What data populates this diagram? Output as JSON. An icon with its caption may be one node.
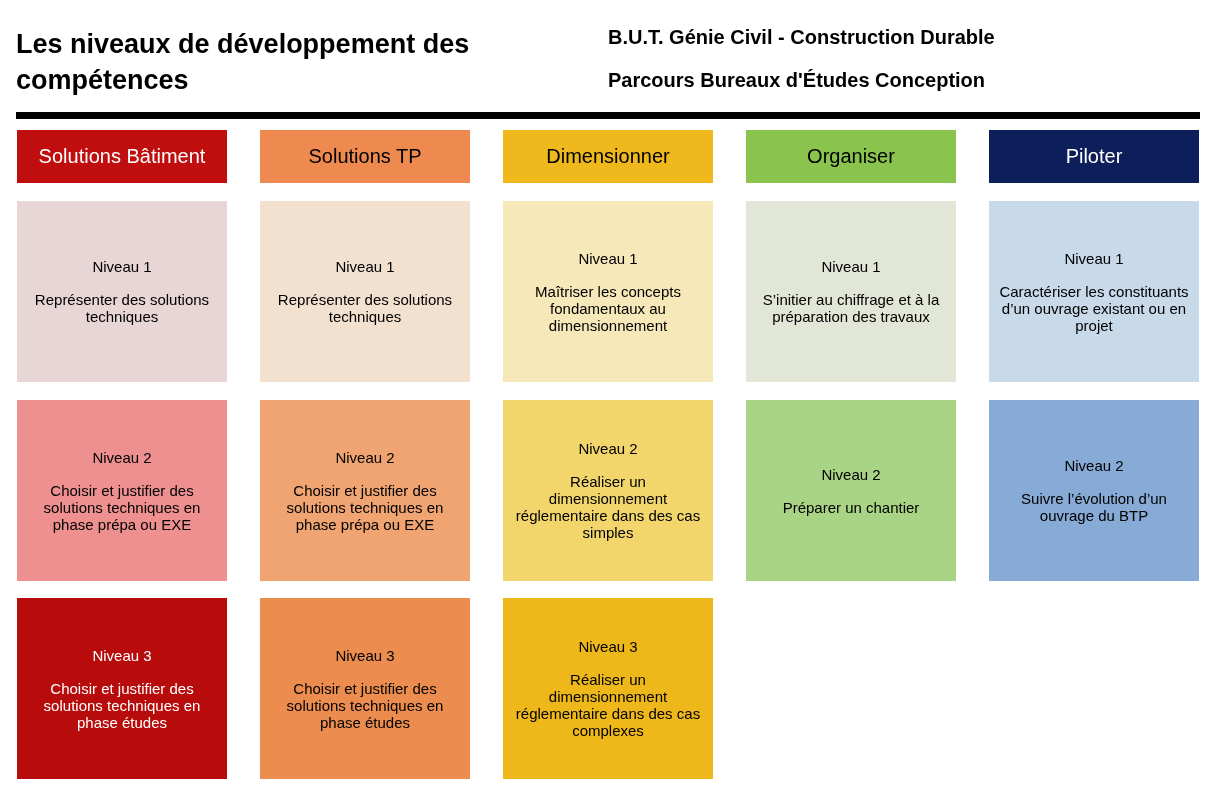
{
  "diagram": {
    "title": "Les niveaux de développement des compétences",
    "nodes": [
      {
        "text": [
          "Solutions Bâtiment"
        ]
      },
      {
        "text": [
          "Solutions TP"
        ]
      },
      {
        "text": [
          "Dimensionner"
        ]
      },
      {
        "text": [
          "Organiser"
        ]
      },
      {
        "text": [
          "Piloter"
        ]
      },
      {
        "text": [
          "Niveau 1",
          "Représenter des solutions techniques"
        ]
      },
      {
        "text": [
          "Niveau 1",
          "Représenter des solutions techniques"
        ]
      },
      {
        "text": [
          "Niveau 1",
          "Maîtriser les concepts fondamentaux au dimensionnement"
        ]
      },
      {
        "text": [
          "Niveau 1",
          "S’initier au chiffrage et à la préparation des travaux"
        ]
      },
      {
        "text": [
          "Niveau 1",
          "Caractériser les constituants d’un ouvrage existant ou en projet"
        ]
      },
      {
        "text": [
          "Niveau 2",
          "Choisir et justifier des solutions techniques en phase prépa ou EXE"
        ]
      },
      {
        "text": [
          "Niveau 2",
          "Choisir et justifier des solutions techniques en phase prépa ou EXE"
        ]
      },
      {
        "text": [
          "Niveau 2",
          "Réaliser un dimensionnement réglementaire dans des cas simples"
        ]
      },
      {
        "text": [
          "Niveau 2",
          "Préparer un chantier"
        ]
      },
      {
        "text": [
          "Niveau 2",
          "Suivre l’évolution d’un ouvrage du BTP"
        ]
      },
      {
        "text": [
          "Niveau 3",
          "Choisir et justifier des solutions techniques en phase études"
        ]
      },
      {
        "text": [
          "Niveau 3",
          "Choisir et justifier des solutions techniques en phase études"
        ]
      },
      {
        "text": [
          "Niveau 3",
          "Réaliser un dimensionnement réglementaire dans des cas complexes"
        ]
      }
    ],
    "edges": [],
    "labels": [
      "B.U.T. Génie Civil - Construction Durable",
      "Parcours Bureaux d'Études Conception"
    ]
  }
}
